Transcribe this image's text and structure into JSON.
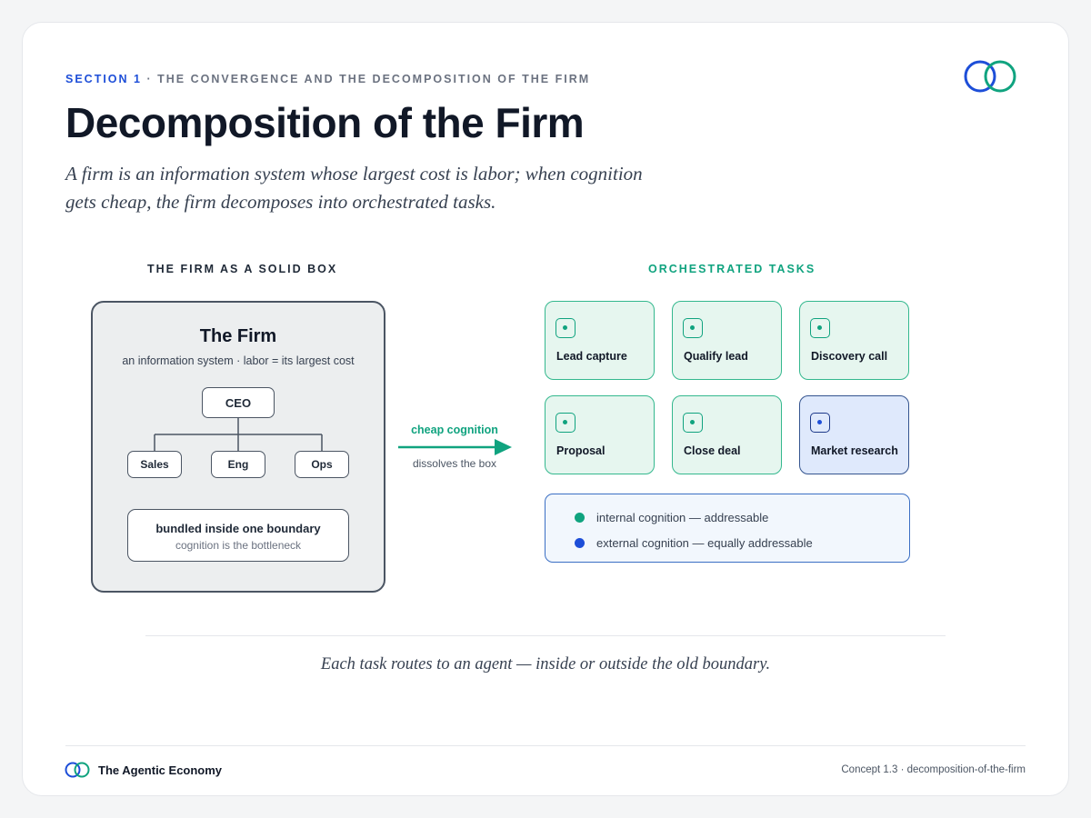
{
  "header": {
    "section_label": "SECTION 1",
    "section_title": " · THE CONVERGENCE AND THE DECOMPOSITION OF THE FIRM",
    "title": "Decomposition of the Firm",
    "subtitle": "A firm is an information system whose largest cost is labor; when cognition gets cheap, the firm decomposes into orchestrated tasks.",
    "logo_icon": "interlocking-rings-icon"
  },
  "left_panel": {
    "heading": "THE FIRM AS A SOLID BOX",
    "box_title": "The Firm",
    "box_subtitle": "an information system · labor = its largest cost",
    "org": {
      "ceo": "CEO",
      "sales": "Sales",
      "eng": "Eng",
      "ops": "Ops"
    },
    "bundle_title": "bundled inside one boundary",
    "bundle_subtitle": "cognition is the bottleneck"
  },
  "transition": {
    "top_label": "cheap cognition",
    "bottom_label": "dissolves the box"
  },
  "right_panel": {
    "heading": "ORCHESTRATED TASKS",
    "tasks": [
      {
        "label": "Lead capture",
        "kind": "internal"
      },
      {
        "label": "Qualify lead",
        "kind": "internal"
      },
      {
        "label": "Discovery call",
        "kind": "internal"
      },
      {
        "label": "Proposal",
        "kind": "internal"
      },
      {
        "label": "Close deal",
        "kind": "internal"
      },
      {
        "label": "Market research",
        "kind": "external"
      }
    ],
    "legend": [
      {
        "label": "internal cognition — addressable",
        "color": "#10a37f"
      },
      {
        "label": "external cognition — equally addressable",
        "color": "#1d4ed8"
      }
    ]
  },
  "caption": "Each task routes to an agent — inside or outside the old boundary.",
  "footer": {
    "brand": "The Agentic Economy",
    "reference": "Concept 1.3 · decomposition-of-the-firm"
  },
  "colors": {
    "accent_green": "#10a37f",
    "accent_blue": "#1d4ed8",
    "ink": "#111827"
  }
}
